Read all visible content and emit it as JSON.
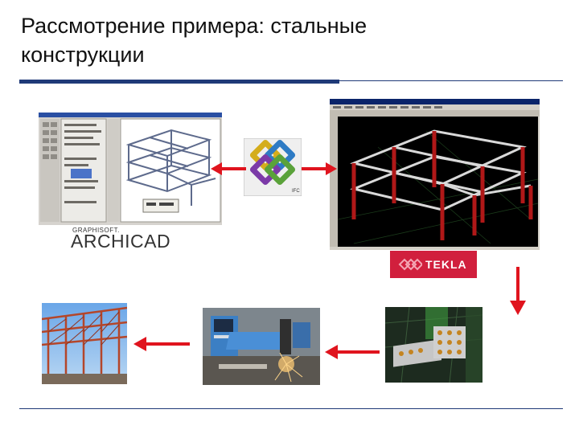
{
  "slide": {
    "title_line1": "Рассмотрение примера: стальные",
    "title_line2": "конструкции"
  },
  "logos": {
    "archicad_small": "GRAPHISOFT.",
    "archicad_main": "ARCHICAD",
    "tekla": "TEKLA",
    "ifc_caption": "IFC"
  },
  "colors": {
    "accent_blue": "#1f3a78",
    "arrow_red": "#e0141e",
    "tekla_red": "#d11f3d"
  }
}
